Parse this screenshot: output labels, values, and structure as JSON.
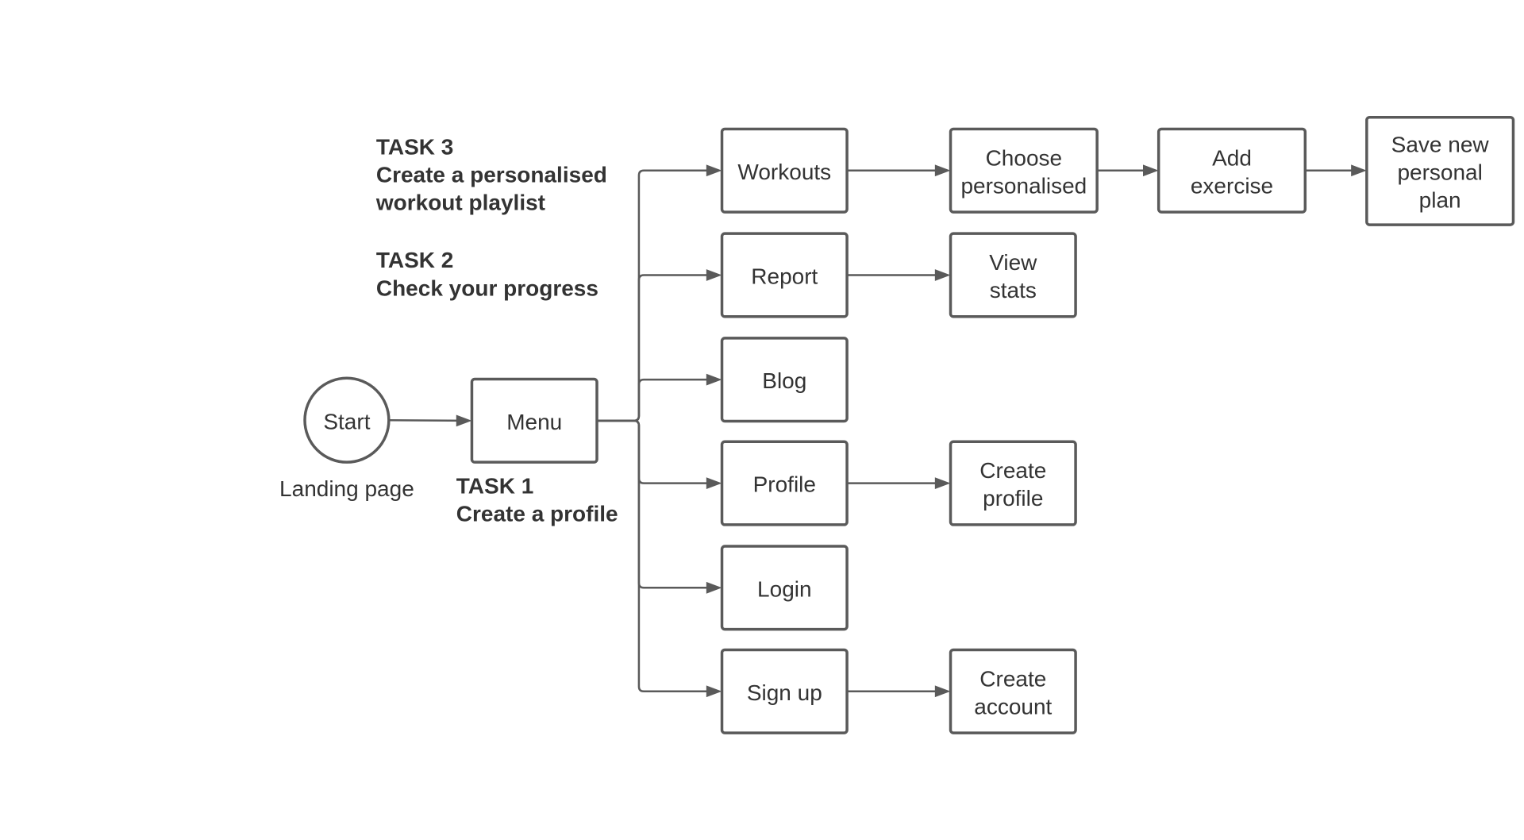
{
  "colors": {
    "stroke": "#5a5a5a",
    "text": "#333333",
    "background": "#ffffff"
  },
  "nodes": {
    "start": {
      "label": [
        "Start"
      ],
      "caption": "Landing page",
      "shape": "circle"
    },
    "menu": {
      "label": [
        "Menu"
      ],
      "shape": "rectangle"
    },
    "workouts": {
      "label": [
        "Workouts"
      ],
      "shape": "rectangle"
    },
    "report": {
      "label": [
        "Report"
      ],
      "shape": "rectangle"
    },
    "blog": {
      "label": [
        "Blog"
      ],
      "shape": "rectangle"
    },
    "profile": {
      "label": [
        "Profile"
      ],
      "shape": "rectangle"
    },
    "login": {
      "label": [
        "Login"
      ],
      "shape": "rectangle"
    },
    "signup": {
      "label": [
        "Sign up"
      ],
      "shape": "rectangle"
    },
    "choose_personalised": {
      "label": [
        "Choose",
        "personalised"
      ],
      "shape": "rectangle"
    },
    "add_exercise": {
      "label": [
        "Add",
        "exercise"
      ],
      "shape": "rectangle"
    },
    "save_new_plan": {
      "label": [
        "Save new",
        "personal",
        "plan"
      ],
      "shape": "rectangle"
    },
    "view_stats": {
      "label": [
        "View",
        "stats"
      ],
      "shape": "rectangle"
    },
    "create_profile": {
      "label": [
        "Create",
        "profile"
      ],
      "shape": "rectangle"
    },
    "create_account": {
      "label": [
        "Create",
        "account"
      ],
      "shape": "rectangle"
    }
  },
  "edges": [
    {
      "from": "start",
      "to": "menu"
    },
    {
      "from": "menu",
      "to": "workouts"
    },
    {
      "from": "menu",
      "to": "report"
    },
    {
      "from": "menu",
      "to": "blog"
    },
    {
      "from": "menu",
      "to": "profile"
    },
    {
      "from": "menu",
      "to": "login"
    },
    {
      "from": "menu",
      "to": "signup"
    },
    {
      "from": "workouts",
      "to": "choose_personalised"
    },
    {
      "from": "choose_personalised",
      "to": "add_exercise"
    },
    {
      "from": "add_exercise",
      "to": "save_new_plan"
    },
    {
      "from": "report",
      "to": "view_stats"
    },
    {
      "from": "profile",
      "to": "create_profile"
    },
    {
      "from": "signup",
      "to": "create_account"
    }
  ],
  "tasks": {
    "task3": {
      "lines": [
        "TASK 3",
        "Create a personalised",
        "workout playlist"
      ]
    },
    "task2": {
      "lines": [
        "TASK 2",
        "Check your progress"
      ]
    },
    "task1": {
      "lines": [
        "TASK 1",
        "Create a profile"
      ]
    }
  }
}
